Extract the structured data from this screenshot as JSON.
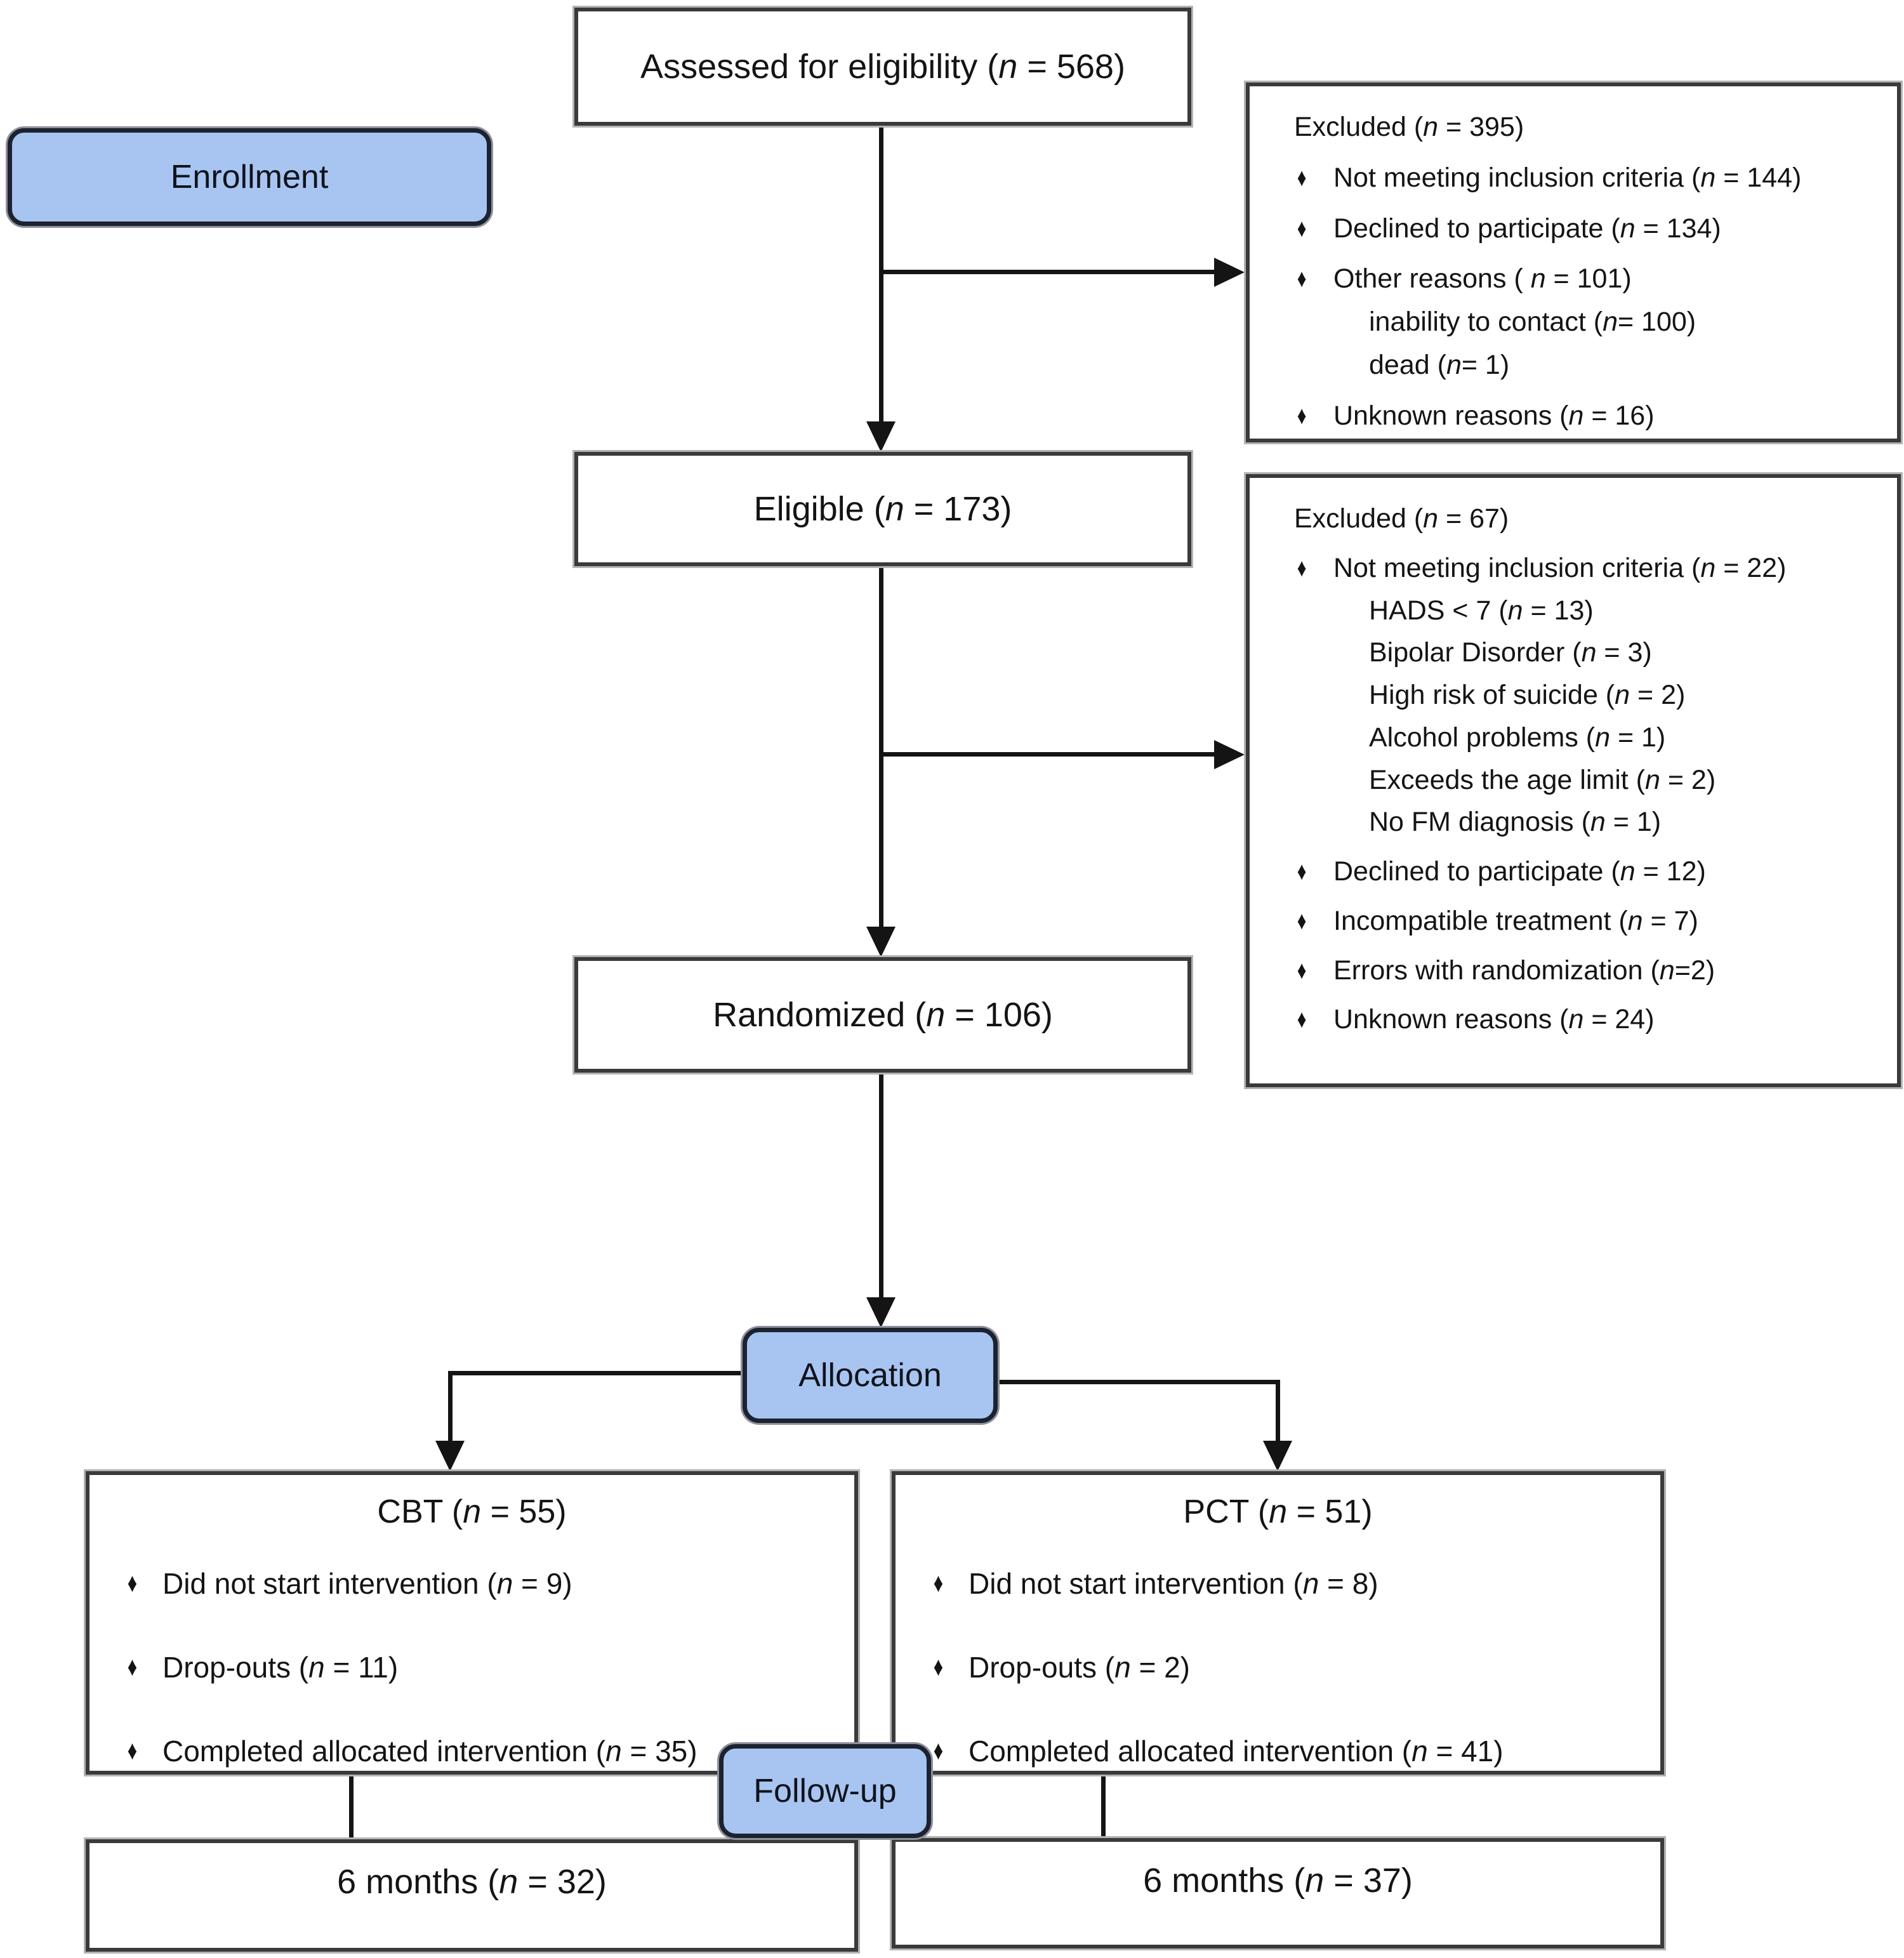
{
  "icons": {
    "bullet": "♦"
  },
  "colors": {
    "phase_fill": "#a8c5f1",
    "phase_border": "#1c2230",
    "box_border": "#3a3a3a",
    "line": "#141414",
    "text": "#141414"
  },
  "diagram": {
    "phases": {
      "enrollment": "Enrollment",
      "allocation": "Allocation",
      "followup": "Follow-up"
    },
    "assessed": {
      "label": "Assessed for eligibility (n = 568)"
    },
    "eligible": {
      "label": "Eligible (n = 173)"
    },
    "randomized": {
      "label": "Randomized (n = 106)"
    },
    "excluded_enrollment": {
      "title": "Excluded (n = 395)",
      "items": [
        {
          "text": "Not meeting inclusion criteria (n = 144)",
          "indent": false
        },
        {
          "text": "Declined to participate (n = 134)",
          "indent": false
        },
        {
          "text": "Other reasons ( n = 101)",
          "indent": false
        },
        {
          "text": "inability to contact (n= 100)",
          "indent": true
        },
        {
          "text": "dead (n= 1)",
          "indent": true
        },
        {
          "text": "Unknown reasons (n = 16)",
          "indent": false
        }
      ]
    },
    "excluded_eligibility": {
      "title": "Excluded (n = 67)",
      "items": [
        {
          "text": "Not meeting inclusion criteria (n = 22)",
          "indent": false
        },
        {
          "text": "HADS < 7 (n = 13)",
          "indent": true
        },
        {
          "text": "Bipolar Disorder (n = 3)",
          "indent": true
        },
        {
          "text": "High risk of suicide (n = 2)",
          "indent": true
        },
        {
          "text": "Alcohol problems (n = 1)",
          "indent": true
        },
        {
          "text": "Exceeds the age limit (n = 2)",
          "indent": true
        },
        {
          "text": "No FM diagnosis (n = 1)",
          "indent": true
        },
        {
          "text": "Declined to participate (n = 12)",
          "indent": false
        },
        {
          "text": "Incompatible treatment (n = 7)",
          "indent": false
        },
        {
          "text": "Errors with randomization (n=2)",
          "indent": false
        },
        {
          "text": "Unknown reasons (n = 24)",
          "indent": false
        }
      ]
    },
    "arm_left": {
      "title": "CBT (n = 55)",
      "items": [
        "Did not start intervention (n = 9)",
        "Drop-outs (n = 11)",
        "Completed allocated intervention (n = 35)"
      ]
    },
    "arm_right": {
      "title": "PCT (n = 51)",
      "items": [
        "Did not start intervention (n = 8)",
        "Drop-outs (n = 2)",
        "Completed allocated intervention (n = 41)"
      ]
    },
    "followup_left": {
      "label": "6 months (n = 32)"
    },
    "followup_right": {
      "label": "6 months (n = 37)"
    }
  }
}
